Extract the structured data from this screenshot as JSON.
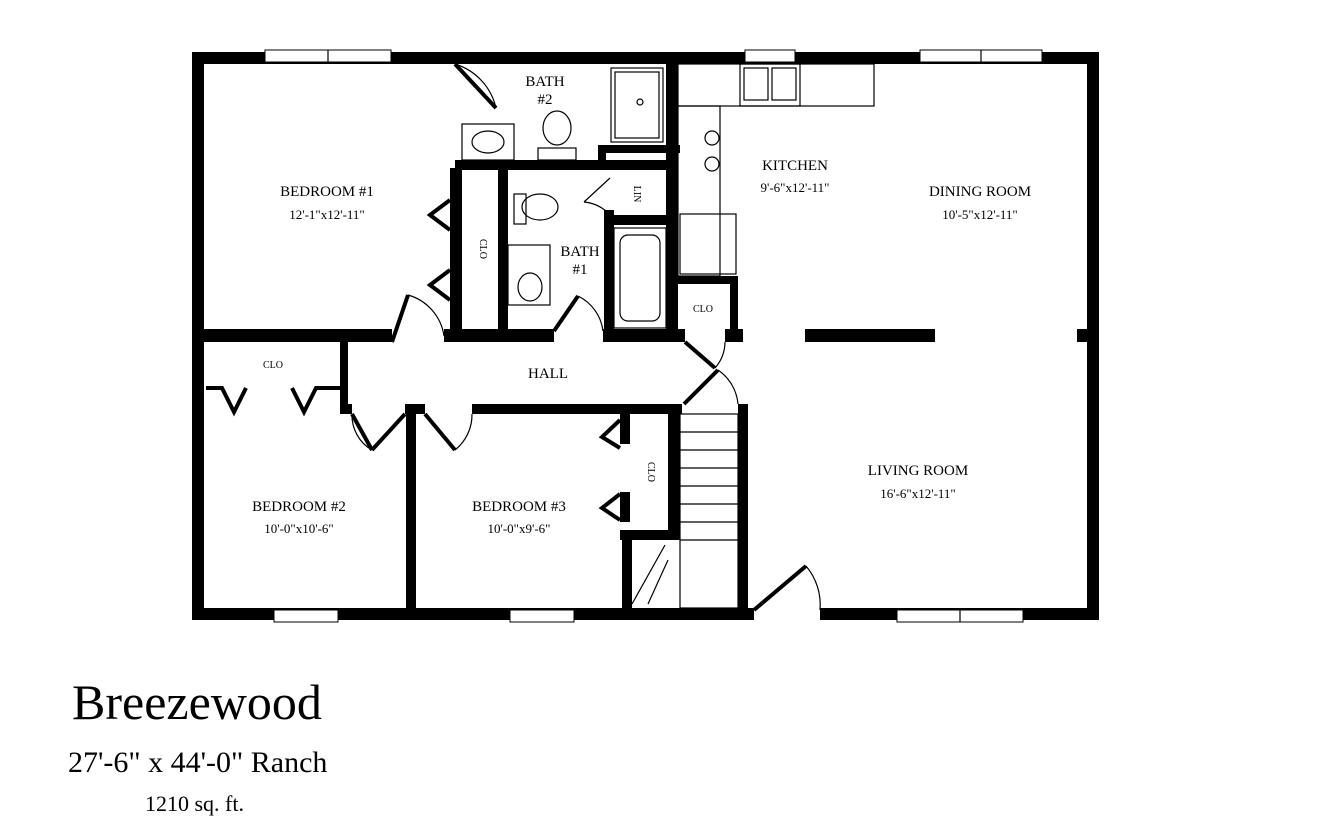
{
  "rooms": {
    "bedroom1": {
      "name": "BEDROOM #1",
      "dim": "12'-1\"x12'-11\""
    },
    "bath2": {
      "name": "BATH",
      "num": "#2"
    },
    "kitchen": {
      "name": "KITCHEN",
      "dim": "9'-6\"x12'-11\""
    },
    "dining": {
      "name": "DINING ROOM",
      "dim": "10'-5\"x12'-11\""
    },
    "bath1": {
      "name": "BATH",
      "num": "#1"
    },
    "hall": {
      "name": "HALL"
    },
    "bedroom2": {
      "name": "BEDROOM #2",
      "dim": "10'-0\"x10'-6\""
    },
    "bedroom3": {
      "name": "BEDROOM #3",
      "dim": "10'-0\"x9'-6\""
    },
    "living": {
      "name": "LIVING ROOM",
      "dim": "16'-6\"x12'-11\""
    }
  },
  "closets": {
    "clo_bed1": "CLO",
    "lin": "LIN",
    "clo_kitchen": "CLO",
    "clo_bed2": "CLO",
    "clo_bed3": "CLO"
  },
  "plan": {
    "name": "Breezewood",
    "dimensions": "27'-6\" x 44'-0\" Ranch",
    "area": "1210 sq. ft."
  }
}
